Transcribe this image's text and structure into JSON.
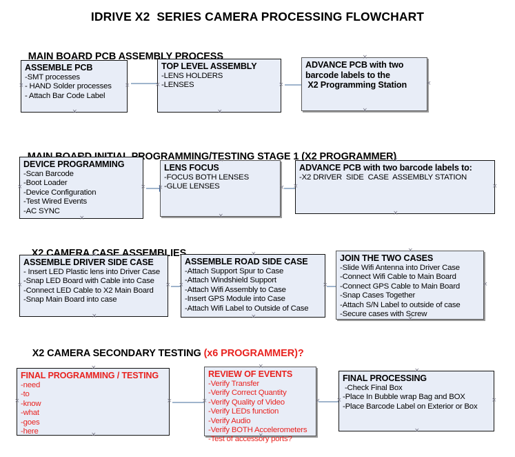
{
  "document": {
    "title": "IDRIVE X2  SERIES CAMERA PROCESSING FLOWCHART"
  },
  "sections": [
    {
      "id": "main-board-pcb-assembly",
      "heading": "MAIN BOARD PCB ASSEMBLY PROCESS",
      "heading_accent": "",
      "boxes": [
        {
          "id": "assemble-pcb",
          "title": "ASSEMBLE PCB",
          "lines": [
            "-SMT processes",
            "- HAND Solder processes",
            "- Attach Bar Code Label"
          ]
        },
        {
          "id": "top-level-assembly",
          "title": "TOP LEVEL ASSEMBLY",
          "lines": [
            "-LENS HOLDERS",
            "-LENSES"
          ]
        },
        {
          "id": "advance-pcb-to-programming-station",
          "title": "ADVANCE PCB with two",
          "lines": [
            "barcode labels to the",
            " X2 Programming Station"
          ]
        }
      ]
    },
    {
      "id": "main-board-initial-programming",
      "heading": "MAIN BOARD INITIAL PROGRAMMING/TESTING STAGE 1 (X2 PROGRAMMER)",
      "heading_accent": "",
      "boxes": [
        {
          "id": "device-programming",
          "title": "DEVICE PROGRAMMING",
          "lines": [
            "-Scan Barcode",
            "-Boot Loader",
            "-Device Configuration",
            "-Test Wired Events",
            "-AC SYNC"
          ]
        },
        {
          "id": "lens-focus",
          "title": "LENS FOCUS",
          "lines": [
            "-FOCUS BOTH LENSES",
            "-GLUE LENSES"
          ]
        },
        {
          "id": "advance-pcb-to-driver-side-case",
          "title": "ADVANCE PCB with two barcode labels to:",
          "lines": [
            "-X2 DRIVER  SIDE  CASE  ASSEMBLY STATION"
          ]
        }
      ]
    },
    {
      "id": "x2-camera-case-assemblies",
      "heading": "X2 CAMERA CASE ASSEMBLIES",
      "heading_accent": "",
      "boxes": [
        {
          "id": "assemble-driver-side-case",
          "title": "ASSEMBLE DRIVER SIDE CASE",
          "lines": [
            "- Insert LED Plastic lens into Driver Case",
            "-Snap LED Board with Cable into Case",
            "-Connect LED Cable to X2 Main Board",
            "-Snap Main Board into case"
          ]
        },
        {
          "id": "assemble-road-side-case",
          "title": "ASSEMBLE ROAD SIDE CASE",
          "lines": [
            "-Attach Support Spur to Case",
            "-Attach Windshield Support",
            "-Attach Wifi Assembly to Case",
            "-Insert GPS Module into Case",
            "-Attach Wifi Label to Outside of Case"
          ]
        },
        {
          "id": "join-the-two-cases",
          "title": "JOIN THE TWO CASES",
          "lines": [
            "-Slide Wifi Antenna into Driver Case",
            "-Connect Wifi Cable to Main Board",
            "-Connect GPS Cable to Main Board",
            "-Snap Cases Together",
            "-Attach S/N Label to outside of case",
            "-Secure cases with Screw"
          ]
        }
      ]
    },
    {
      "id": "x2-camera-secondary-testing",
      "heading": "X2 CAMERA SECONDARY TESTING ",
      "heading_accent": "(x6 PROGRAMMER)?",
      "boxes": [
        {
          "id": "final-programming-testing",
          "title": "FINAL PROGRAMMING / TESTING",
          "lines": [
            "-need",
            "-to",
            "-know",
            "-what",
            "-goes",
            "-here"
          ]
        },
        {
          "id": "review-of-events",
          "title": "REVIEW OF EVENTS",
          "lines": [
            "-Verify Transfer",
            "-Verify Correct Quantity",
            "-Verify Quality of Video",
            "-Verify LEDs function",
            "-Verify Audio",
            "-Verify BOTH Accelerometers"
          ],
          "overflow_line": "-Test of accessory ports?"
        },
        {
          "id": "final-processing",
          "title": "FINAL PROCESSING",
          "lines": [
            " -Check Final Box",
            "-Place In Bubble wrap Bag and BOX",
            "-Place Barcode Label on Exterior or Box"
          ]
        }
      ]
    }
  ],
  "colors": {
    "box_fill": "#e8edf7",
    "box_border": "#111111",
    "accent_red": "#e8221f",
    "arrow_line": "#9fb4cc",
    "arrow_head": "#3a66a8",
    "handle": "#7d7d8c"
  }
}
